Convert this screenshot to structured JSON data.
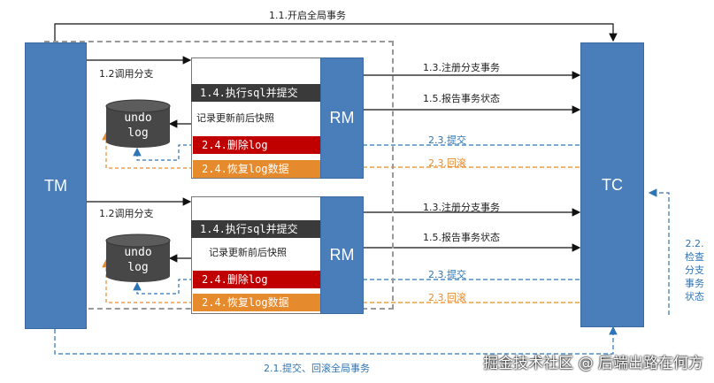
{
  "tm_label": "TM",
  "tc_label": "TC",
  "rm_label": "RM",
  "global_begin": "1.1.开启全局事务",
  "call_branch": "1.2调用分支",
  "execute_sql_prefix": "1.4.执行sql并",
  "execute_sql_commit": "提交",
  "record_snapshot": "记录更新前后快照",
  "delete_log": "2.4.删除log",
  "restore_log": "2.4.恢复log数据",
  "register_branch": "1.3.注册分支事务",
  "report_status": "1.5.报告事务状态",
  "commit": "2.3.提交",
  "rollback": "2.3.回滚",
  "undo_log_line1": "undo",
  "undo_log_line2": "log",
  "check_status_lines": [
    "2.2.",
    "检查",
    "分支",
    "事务",
    "状态"
  ],
  "global_commit_rollback": "2.1.提交、回滚全局事务",
  "watermark": "掘金技术社区 @ 后端出路在何方",
  "colors": {
    "box_blue": "#4a7ebb",
    "commit_blue": "#2e75b6",
    "rollback_orange": "#e68a2e",
    "delete_red": "#c00000",
    "exec_dark": "#3a3a3a"
  }
}
